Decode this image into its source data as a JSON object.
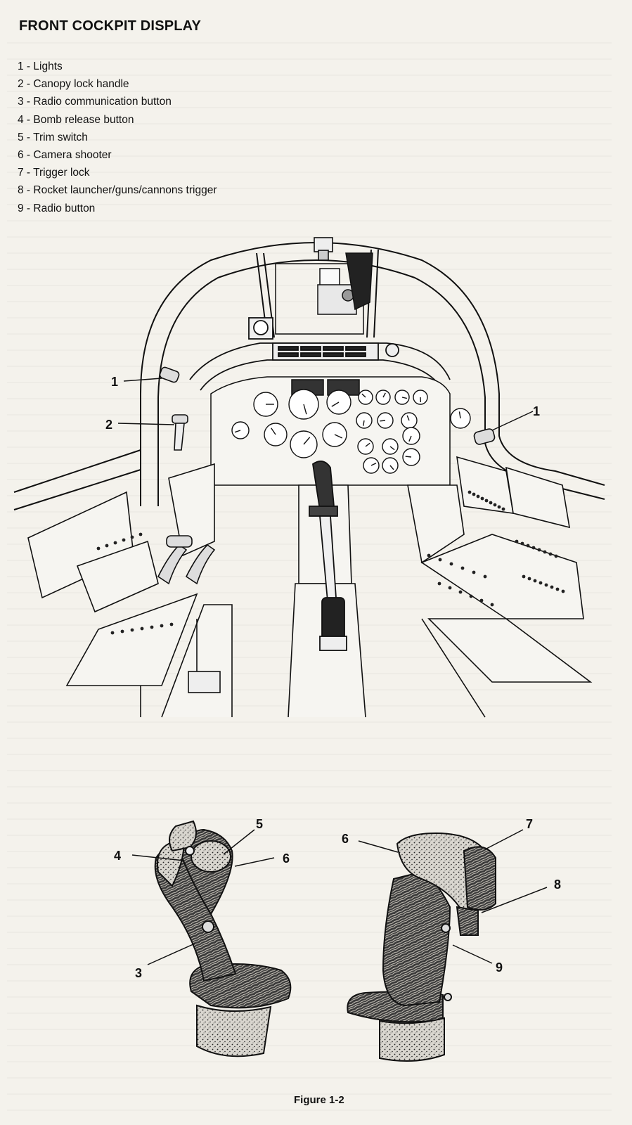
{
  "title": "FRONT COCKPIT DISPLAY",
  "legend": [
    {
      "num": "1",
      "label": "Lights"
    },
    {
      "num": "2",
      "label": "Canopy lock handle"
    },
    {
      "num": "3",
      "label": "Radio communication button"
    },
    {
      "num": "4",
      "label": "Bomb release button"
    },
    {
      "num": "5",
      "label": "Trim switch"
    },
    {
      "num": "6",
      "label": "Camera shooter"
    },
    {
      "num": "7",
      "label": "Trigger lock"
    },
    {
      "num": "8",
      "label": "Rocket launcher/guns/cannons trigger"
    },
    {
      "num": "9",
      "label": "Radio button"
    }
  ],
  "callouts": {
    "lights_left": "1",
    "lights_right": "1",
    "canopy": "2",
    "left_stick_3": "3",
    "left_stick_4": "4",
    "left_stick_5": "5",
    "left_stick_6": "6",
    "right_stick_6": "6",
    "right_stick_7": "7",
    "right_stick_8": "8",
    "right_stick_9": "9"
  },
  "caption": "Figure 1-2",
  "colors": {
    "paper": "#f4f2ec",
    "ink": "#111111"
  }
}
